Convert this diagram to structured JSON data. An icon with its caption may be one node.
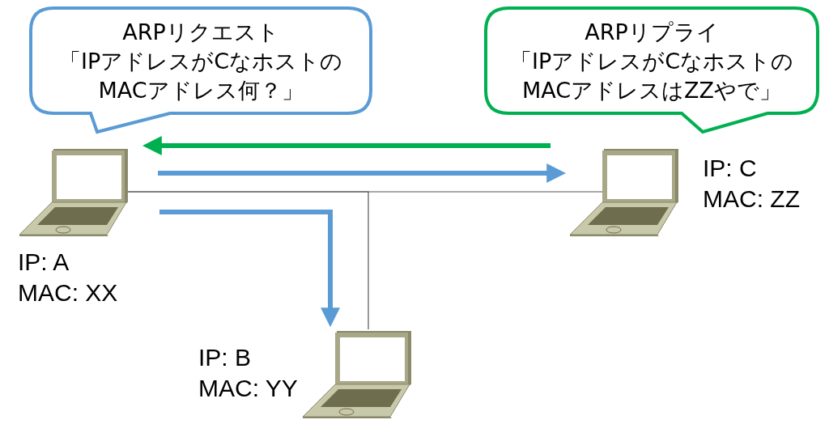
{
  "diagram": {
    "nodes": [
      {
        "text": [
          "ARPリクエスト",
          "「IPアドレスがCなホストのMACアドレス何？」"
        ]
      },
      {
        "text": [
          "ARPリプライ",
          "「IPアドレスがCなホストのMACアドレスはZZやで」"
        ]
      },
      {
        "text": [],
        "shape": "picture",
        "beside": [
          "IP: A",
          "MAC: XX"
        ]
      },
      {
        "text": [],
        "shape": "picture",
        "beside": [
          "IP: B",
          "MAC: YY"
        ]
      },
      {
        "text": [],
        "shape": "picture",
        "beside": [
          "IP: C",
          "MAC: ZZ"
        ]
      }
    ],
    "edges": [
      {
        "from": 2,
        "to": 4,
        "arrow": "none"
      },
      {
        "from": 2,
        "to": 3,
        "arrow": "none"
      },
      {
        "from": 4,
        "to": 2,
        "arrow": "to",
        "color": "#00b050"
      },
      {
        "from": 2,
        "to": 4,
        "arrow": "to",
        "color": "#5b9bd5"
      },
      {
        "from": 2,
        "to": 3,
        "arrow": "to",
        "color": "#5b9bd5"
      }
    ]
  }
}
